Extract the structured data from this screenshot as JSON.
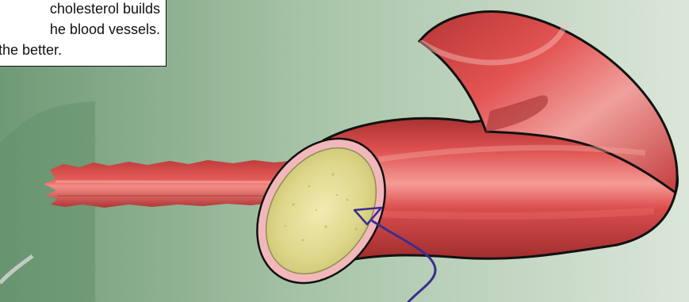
{
  "caption": {
    "line_1": "cholesterol builds",
    "line_2": "he blood vessels.",
    "line_3": " the better."
  },
  "colors": {
    "background_left": "#6f9a76",
    "background_right": "#dbe6d9",
    "vessel_red": "#d94645",
    "vessel_highlight": "#f59b96",
    "plaque_yellow": "#ddd68a",
    "vessel_lining_pink": "#f2b7bb",
    "arrow_purple": "#3c2d8f"
  }
}
